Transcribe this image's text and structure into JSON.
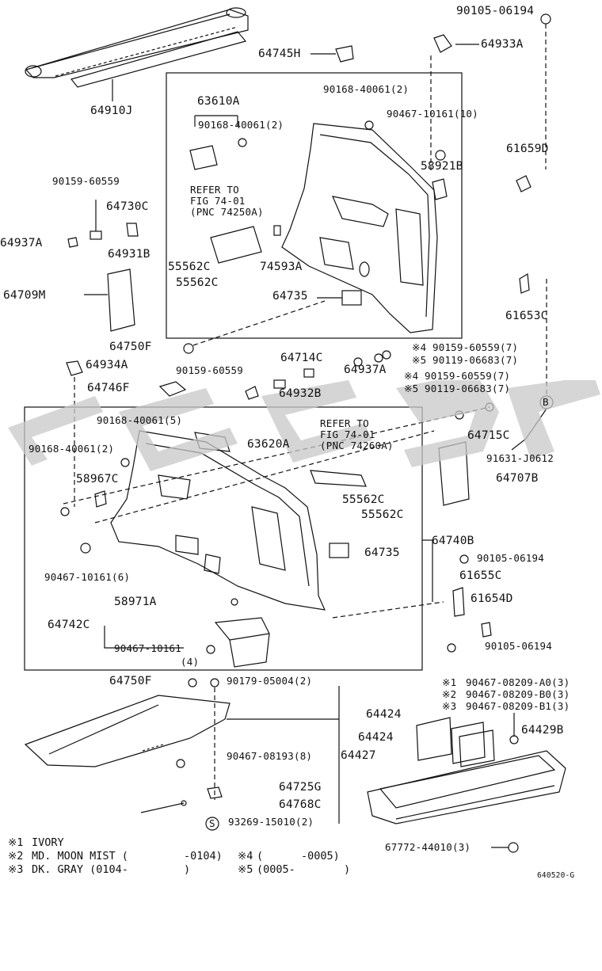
{
  "parts": {
    "p90105_06194_top": "90105-06194",
    "p64745H": "64745H",
    "p64933A": "64933A",
    "p64910J": "64910J",
    "p90168_40061_2a": "90168-40061(2)",
    "p63610A": "63610A",
    "p90168_40061_2b": "90168-40061(2)",
    "p90467_10161_10": "90467-10161(10)",
    "p61659D": "61659D",
    "p58921B": "58921B",
    "p90159_60559_a": "90159-60559",
    "refer1_l1": "REFER TO",
    "refer1_l2": "FIG 74-01",
    "refer1_l3": "(PNC 74250A)",
    "p64730C": "64730C",
    "p64937A_a": "64937A",
    "p64931B": "64931B",
    "p55562C_a": "55562C",
    "p74593A": "74593A",
    "p55562C_b": "55562C",
    "p64709M": "64709M",
    "p64735_a": "64735",
    "p61653C": "61653C",
    "p64750F_a": "64750F",
    "p64714C": "64714C",
    "p90159_60559_7a": "90159-60559(7)",
    "p90119_06683_7a": "90119-06683(7)",
    "p64934A": "64934A",
    "p90159_60559_b": "90159-60559",
    "p64937A_b": "64937A",
    "p90159_60559_7b": "90159-60559(7)",
    "p90119_06683_7b": "90119-06683(7)",
    "p64746F": "64746F",
    "p64932B": "64932B",
    "p90168_40061_5": "90168-40061(5)",
    "p63620A": "63620A",
    "refer2_l1": "REFER TO",
    "refer2_l2": "FIG 74-01",
    "refer2_l3": "(PNC 74260A)",
    "p64715C": "64715C",
    "p91631_J0612": "91631-J0612",
    "p90168_40061_2c": "90168-40061(2)",
    "p58967C": "58967C",
    "p64707B": "64707B",
    "p55562C_c": "55562C",
    "p55562C_d": "55562C",
    "p64740B": "64740B",
    "p64735_b": "64735",
    "p90467_10161_6": "90467-10161(6)",
    "p90105_06194_b": "90105-06194",
    "p61655C": "61655C",
    "p61654D": "61654D",
    "p58971A": "58971A",
    "p64742C": "64742C",
    "p90467_10161": "90467-10161",
    "p_qty4": "(4)",
    "p90105_06194_c": "90105-06194",
    "p64750F_b": "64750F",
    "p90179_05004_2": "90179-05004(2)",
    "p90467_08209_A0": "90467-08209-A0(3)",
    "p90467_08209_B0": "90467-08209-B0(3)",
    "p90467_08209_B1": "90467-08209-B1(3)",
    "p64424_a": "64424",
    "p64424_b": "64424",
    "p64429B": "64429B",
    "p90467_08193_8": "90467-08193(8)",
    "p64427": "64427",
    "p64725G": "64725G",
    "p64768C": "64768C",
    "p93269_15010_2": "93269-15010(2)",
    "p67772_44010_3": "67772-44010(3)",
    "mark1": "※1",
    "mark2": "※2",
    "mark3": "※3",
    "mark4": "※4",
    "mark5": "※5",
    "circle_b": "B",
    "circle_s": "S",
    "fig_code": "640520-G"
  },
  "legend": {
    "r1_mark": "※1",
    "r1_text": "IVORY",
    "r2_mark": "※2",
    "r2_text": "MD. MOON MIST (",
    "r2_range": "-0104)",
    "r2b_mark": "※4",
    "r2b_text": "(",
    "r2b_range": "-0005)",
    "r3_mark": "※3",
    "r3_text": "DK. GRAY (0104-",
    "r3_close": ")",
    "r3b_mark": "※5",
    "r3b_text": "(0005-",
    "r3b_close": ")"
  },
  "colors": {
    "ink": "#111111",
    "watermark": "#c8c8c8"
  }
}
